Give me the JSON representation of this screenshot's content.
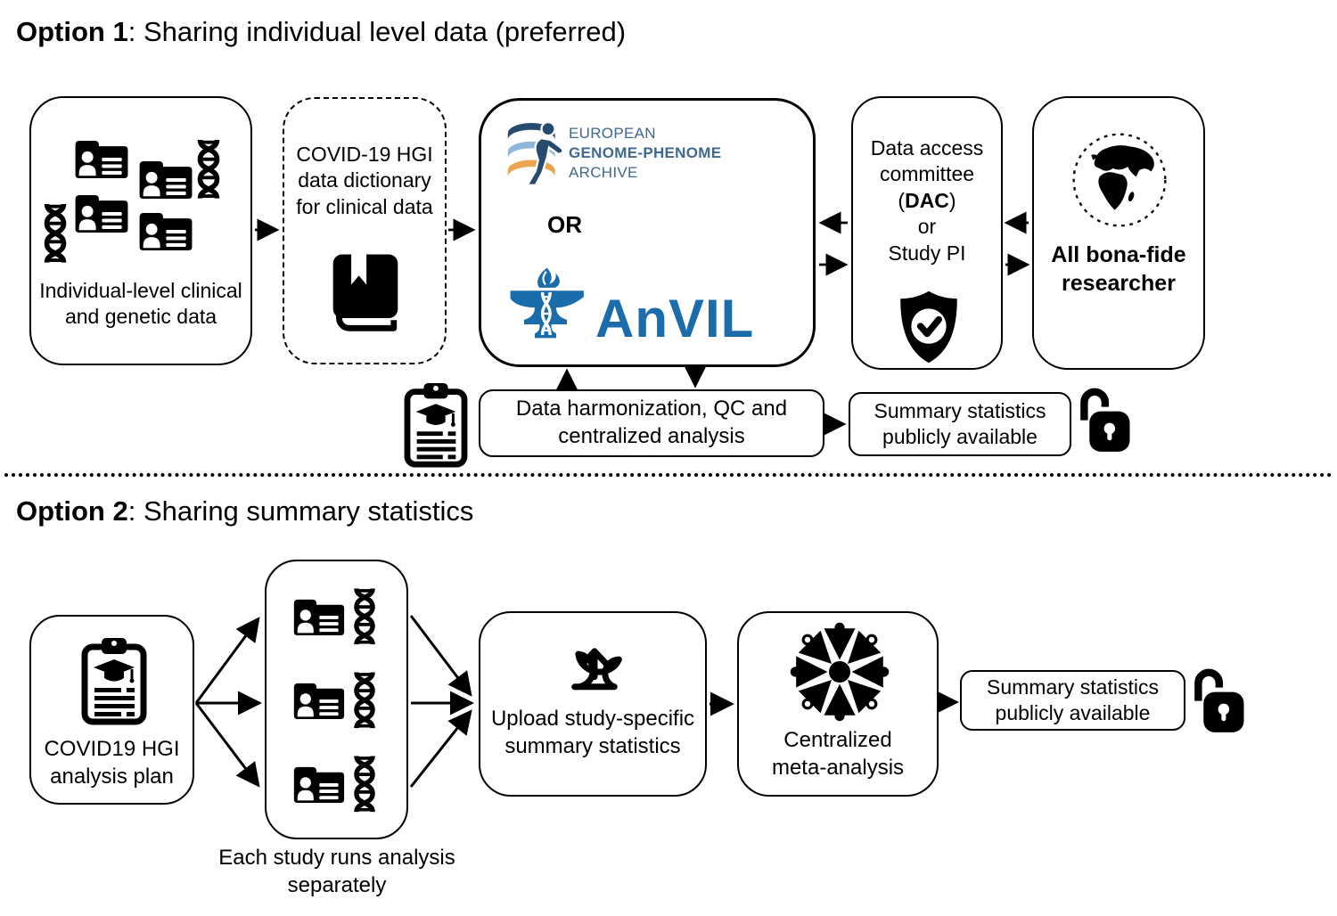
{
  "option1": {
    "heading_bold": "Option 1",
    "heading_rest": ": Sharing individual level data (preferred)",
    "individual_label": "Individual-level clinical and genetic data",
    "dictionary_label": "COVID-19 HGI data dictionary for clinical data",
    "ega_line1": "EUROPEAN",
    "ega_line2": "GENOME-PHENOME",
    "ega_line3": "ARCHIVE",
    "or_label": "OR",
    "anvil_label": "AnVIL",
    "dac_line1": "Data access",
    "dac_line2": "committee",
    "dac_paren_open": "(",
    "dac_acronym": "DAC",
    "dac_paren_close": ")",
    "dac_line4": "or",
    "dac_line5": "Study PI",
    "researcher_label": "All bona-fide researcher",
    "harmonization_label": "Data harmonization, QC and centralized analysis",
    "summary_label": "Summary statistics publicly available"
  },
  "option2": {
    "heading_bold": "Option 2",
    "heading_rest": ": Sharing summary statistics",
    "plan_label": "COVID19 HGI analysis plan",
    "each_study_label": "Each study runs analysis separately",
    "upload_label": "Upload study-specific summary statistics",
    "meta_label": "Centralized meta-analysis",
    "summary_label": "Summary statistics publicly available"
  },
  "colors": {
    "ink": "#000000",
    "ega_navy": "#264b6e",
    "ega_blue": "#8fb7d9",
    "ega_orange": "#e9a54f",
    "ega_text": "#41688d",
    "anvil_blue": "#1b6cab"
  },
  "icons": {
    "folder_user": "folder-user-icon",
    "dna": "dna-helix-icon",
    "book": "book-icon",
    "ega_logo": "ega-database-logo",
    "anvil_logo": "anvil-dna-flame-logo",
    "shield_check": "shield-check-icon",
    "globe": "globe-icon",
    "clipboard": "clipboard-plan-icon",
    "unlock": "open-padlock-icon",
    "cloud_upload": "cloud-upload-icon",
    "meta_analysis": "meta-analysis-converge-icon"
  }
}
